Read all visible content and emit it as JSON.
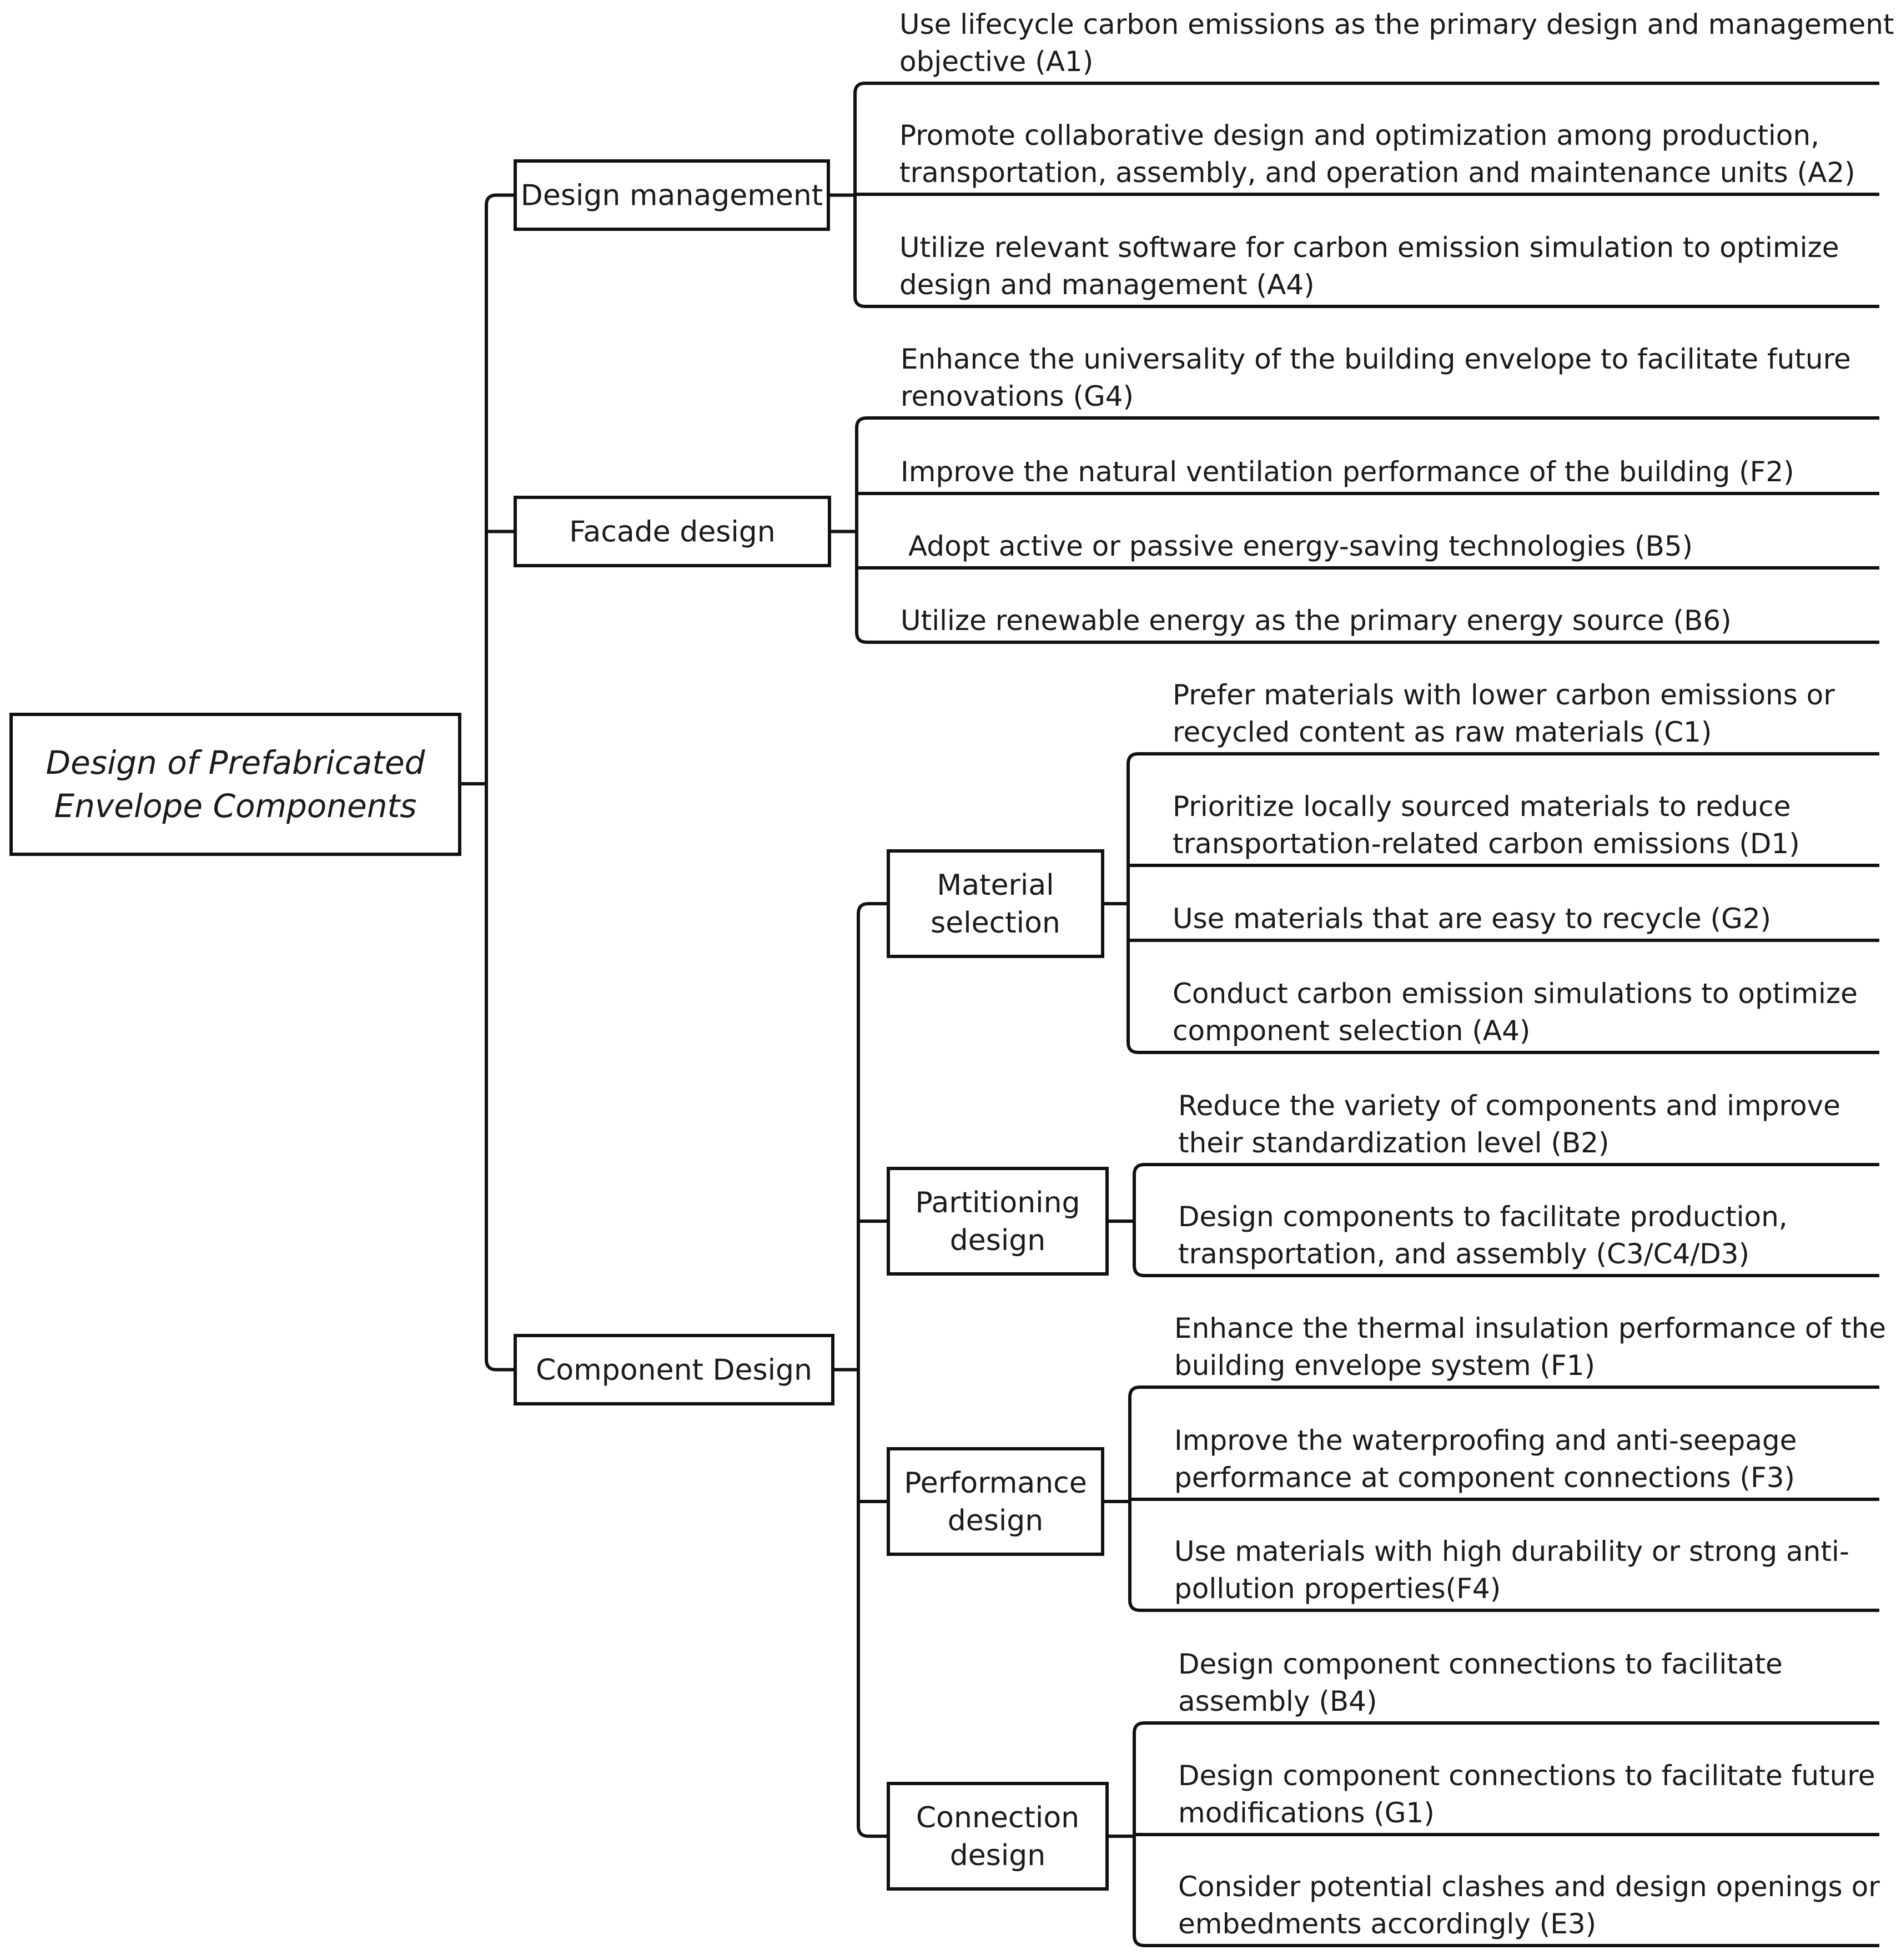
{
  "root": {
    "line1": "Design of Prefabricated",
    "line2": "Envelope Components"
  },
  "groups": [
    {
      "label": [
        "Design management"
      ],
      "items": [
        [
          "Use lifecycle carbon emissions as the primary design and management",
          "objective (A1)"
        ],
        [
          "Promote collaborative design and optimization among production,",
          "transportation, assembly, and operation and maintenance units  (A2)"
        ],
        [
          "Utilize relevant software for carbon emission simulation to optimize",
          "design and management  (A4)"
        ]
      ]
    },
    {
      "label": [
        "Facade design"
      ],
      "items": [
        [
          "Enhance the universality of the building envelope to facilitate future",
          "renovations  (G4)"
        ],
        [
          "Improve the natural ventilation performance of the building  (F2)"
        ],
        [
          "Adopt active or passive energy-saving technologies  (B5)"
        ],
        [
          "Utilize renewable energy as the primary energy source  (B6)"
        ]
      ]
    },
    {
      "label": [
        "Component Design"
      ],
      "subgroups": [
        {
          "label": [
            "Material",
            "selection"
          ],
          "items": [
            [
              "Prefer materials with lower carbon emissions or",
              "recycled content as raw materials  (C1)"
            ],
            [
              "Prioritize locally sourced materials to reduce",
              "transportation-related carbon emissions  (D1)"
            ],
            [
              "Use materials that are easy to recycle  (G2)"
            ],
            [
              "Conduct carbon emission simulations to optimize",
              "component selection  (A4)"
            ]
          ]
        },
        {
          "label": [
            "Partitioning",
            "design"
          ],
          "items": [
            [
              "Reduce the variety of components and improve",
              "their standardization level  (B2)"
            ],
            [
              "Design components to facilitate production,",
              "transportation, and assembly  (C3/C4/D3)"
            ]
          ]
        },
        {
          "label": [
            "Performance",
            "design"
          ],
          "items": [
            [
              "Enhance the thermal insulation performance of the",
              "building envelope system  (F1)"
            ],
            [
              " Improve the waterproofing and anti-seepage",
              "performance at component connections  (F3)"
            ],
            [
              "Use materials with high durability or strong anti-",
              "pollution properties(F4)"
            ]
          ]
        },
        {
          "label": [
            "Connection",
            "design"
          ],
          "items": [
            [
              "Design component connections to facilitate",
              "assembly  (B4)"
            ],
            [
              "Design component connections to facilitate future",
              "modifications  (G1)"
            ],
            [
              "Consider potential clashes and design openings or",
              "embedments accordingly  (E3)"
            ]
          ]
        }
      ]
    }
  ]
}
